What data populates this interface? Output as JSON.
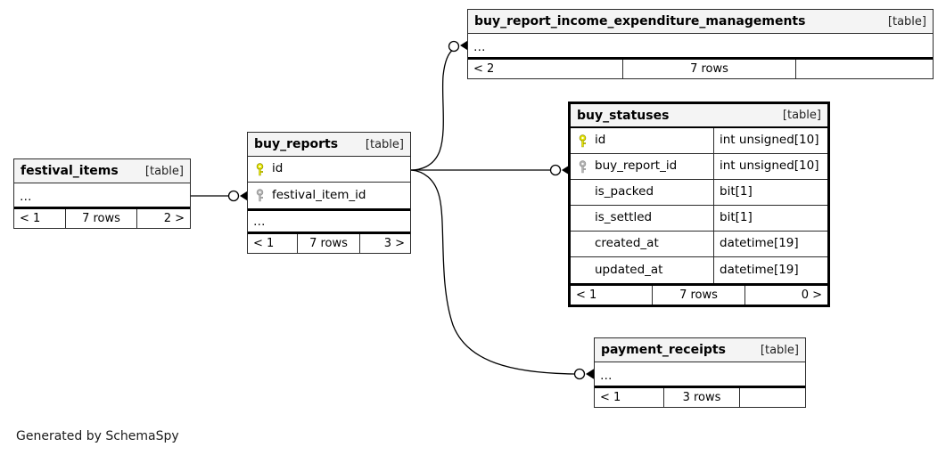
{
  "diagram": {
    "generator_note": "Generated by SchemaSpy",
    "table_kind_label": "[table]",
    "ellipsis": "…",
    "colors": {
      "primary_key": "#e6e600",
      "foreign_key": "#b3b3b3",
      "header_background": "#f4f4f4",
      "border": "#2b2b2b",
      "focal_border": "#000000",
      "edge": "#000000",
      "page_background": "#ffffff"
    }
  },
  "tables": [
    {
      "id": "buy_report_income_expenditure_managements",
      "name": "buy_report_income_expenditure_managements",
      "kind": "[table]",
      "focal": false,
      "has_ellipsis": true,
      "columns": [],
      "footer": {
        "left": "< 2",
        "center": "7 rows",
        "right": ""
      }
    },
    {
      "id": "buy_statuses",
      "name": "buy_statuses",
      "kind": "[table]",
      "focal": true,
      "has_ellipsis": false,
      "columns": [
        {
          "name": "id",
          "type": "int unsigned[10]",
          "key": "primary"
        },
        {
          "name": "buy_report_id",
          "type": "int unsigned[10]",
          "key": "foreign"
        },
        {
          "name": "is_packed",
          "type": "bit[1]",
          "key": "none"
        },
        {
          "name": "is_settled",
          "type": "bit[1]",
          "key": "none"
        },
        {
          "name": "created_at",
          "type": "datetime[19]",
          "key": "none"
        },
        {
          "name": "updated_at",
          "type": "datetime[19]",
          "key": "none"
        }
      ],
      "footer": {
        "left": "< 1",
        "center": "7 rows",
        "right": "0 >"
      }
    },
    {
      "id": "buy_reports",
      "name": "buy_reports",
      "kind": "[table]",
      "focal": false,
      "has_ellipsis": true,
      "columns": [
        {
          "name": "id",
          "type": "",
          "key": "primary"
        },
        {
          "name": "festival_item_id",
          "type": "",
          "key": "foreign"
        }
      ],
      "footer": {
        "left": "< 1",
        "center": "7 rows",
        "right": "3 >"
      }
    },
    {
      "id": "festival_items",
      "name": "festival_items",
      "kind": "[table]",
      "focal": false,
      "has_ellipsis": true,
      "columns": [],
      "footer": {
        "left": "< 1",
        "center": "7 rows",
        "right": "2 >"
      }
    },
    {
      "id": "payment_receipts",
      "name": "payment_receipts",
      "kind": "[table]",
      "focal": false,
      "has_ellipsis": true,
      "columns": [],
      "footer": {
        "left": "< 1",
        "center": "3 rows",
        "right": ""
      }
    }
  ],
  "relationships": [
    {
      "from": "festival_items",
      "to": "buy_reports",
      "from_column": "",
      "to_column": "festival_item_id"
    },
    {
      "from": "buy_reports",
      "to": "buy_report_income_expenditure_managements",
      "from_column": "id",
      "to_column": ""
    },
    {
      "from": "buy_reports",
      "to": "buy_statuses",
      "from_column": "id",
      "to_column": "buy_report_id"
    },
    {
      "from": "buy_reports",
      "to": "payment_receipts",
      "from_column": "id",
      "to_column": ""
    }
  ]
}
